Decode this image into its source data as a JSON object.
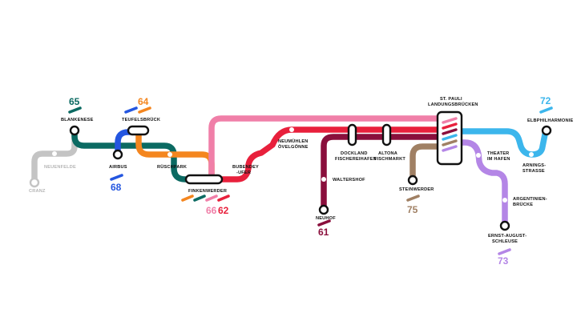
{
  "colors": {
    "line61": "#8a0f3c",
    "line62": "#e8203c",
    "line64": "#f4861f",
    "line65": "#0b6a62",
    "line66": "#f07fa8",
    "line68": "#2456e0",
    "line72": "#3cb6ec",
    "line73": "#b486e6",
    "line75": "#a08064",
    "grey": "#c4c4c4"
  },
  "lines": {
    "61": "61",
    "62": "62",
    "64": "64",
    "65": "65",
    "66": "66",
    "68": "68",
    "72": "72",
    "73": "73",
    "75": "75"
  },
  "stations": {
    "cranz": "CRANZ",
    "neuenfelde": "NEUENFELDE",
    "blankenese": "BLANKENESE",
    "teufelsbrueck": "TEUFELSBRÜCK",
    "airbus": "AIRBUS",
    "rueschpark": "RÜSCHPARK",
    "finkenwerder": "FINKENWERDER",
    "bubendey_1": "BUBENDEY",
    "bubendey_2": "-UFER",
    "neumuehlen_1": "NEUMÜHLEN",
    "neumuehlen_2": "ÖVELGÖNNE",
    "dockland_1": "DOCKLAND",
    "dockland_2": "FISCHEREIHAFEN",
    "altona_1": "ALTONA",
    "altona_2": "FISCHMARKT",
    "waltershof": "WALTERSHOF",
    "neuhof": "NEUHOF",
    "stpauli_1": "ST. PAULI",
    "stpauli_2": "LANDUNGSBRÜCKEN",
    "steinwerder": "STEINWERDER",
    "theater_1": "THEATER",
    "theater_2": "IM HAFEN",
    "argentinien_1": "ARGENTINIEN-",
    "argentinien_2": "BRÜCKE",
    "ernst_1": "ERNST-AUGUST-",
    "ernst_2": "SCHLEUSE",
    "arnings_1": "ARNINGS-",
    "arnings_2": "STRASSE",
    "elbphilharmonie": "ELBPHILHARMONIE"
  }
}
